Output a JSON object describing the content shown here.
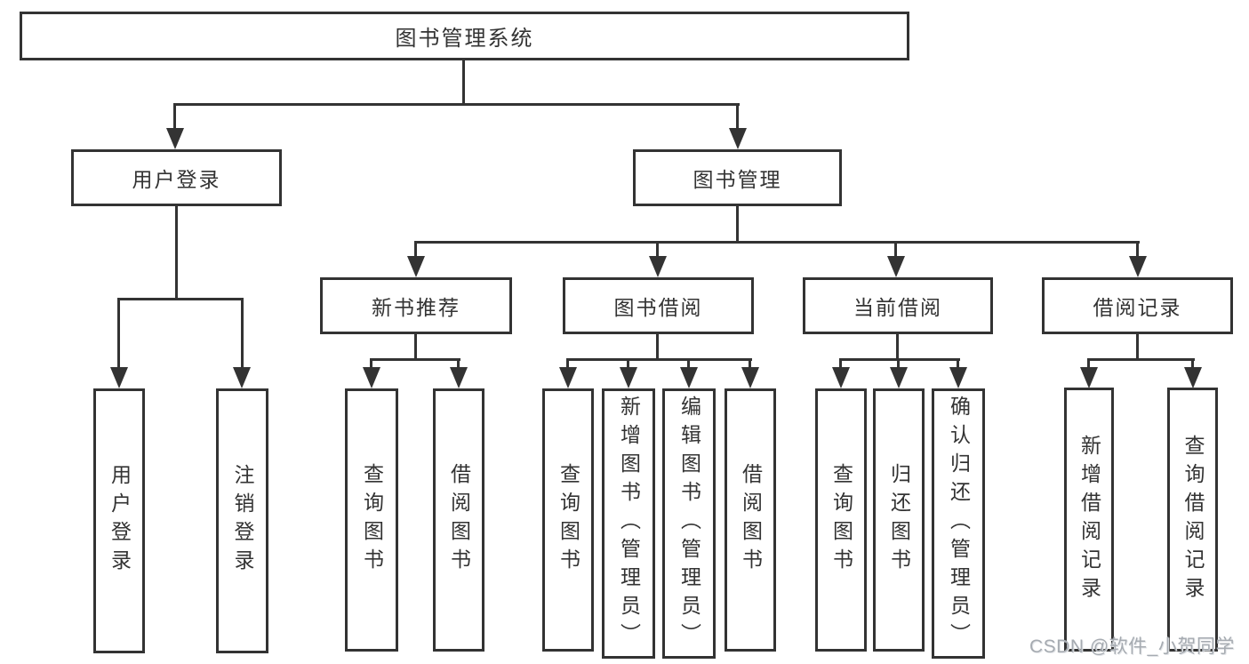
{
  "tree": {
    "root": {
      "label": "图书管理系统",
      "children": [
        {
          "label": "用户登录",
          "children": [
            {
              "label": "用户登录"
            },
            {
              "label": "注销登录"
            }
          ]
        },
        {
          "label": "图书管理",
          "children": [
            {
              "label": "新书推荐",
              "children": [
                {
                  "label": "查询图书"
                },
                {
                  "label": "借阅图书"
                }
              ]
            },
            {
              "label": "图书借阅",
              "children": [
                {
                  "label": "查询图书"
                },
                {
                  "label": "新增图书（管理员）"
                },
                {
                  "label": "编辑图书（管理员）"
                },
                {
                  "label": "借阅图书"
                }
              ]
            },
            {
              "label": "当前借阅",
              "children": [
                {
                  "label": "查询图书"
                },
                {
                  "label": "归还图书"
                },
                {
                  "label": "确认归还（管理员）"
                }
              ]
            },
            {
              "label": "借阅记录",
              "children": [
                {
                  "label": "新增借阅记录"
                },
                {
                  "label": "查询借阅记录"
                }
              ]
            }
          ]
        }
      ]
    }
  },
  "watermark": {
    "text": "CSDN @软件_小贺同学"
  },
  "colors": {
    "line": "#333333",
    "text": "#333333",
    "background": "#ffffff",
    "watermark": "#a6abb1"
  }
}
